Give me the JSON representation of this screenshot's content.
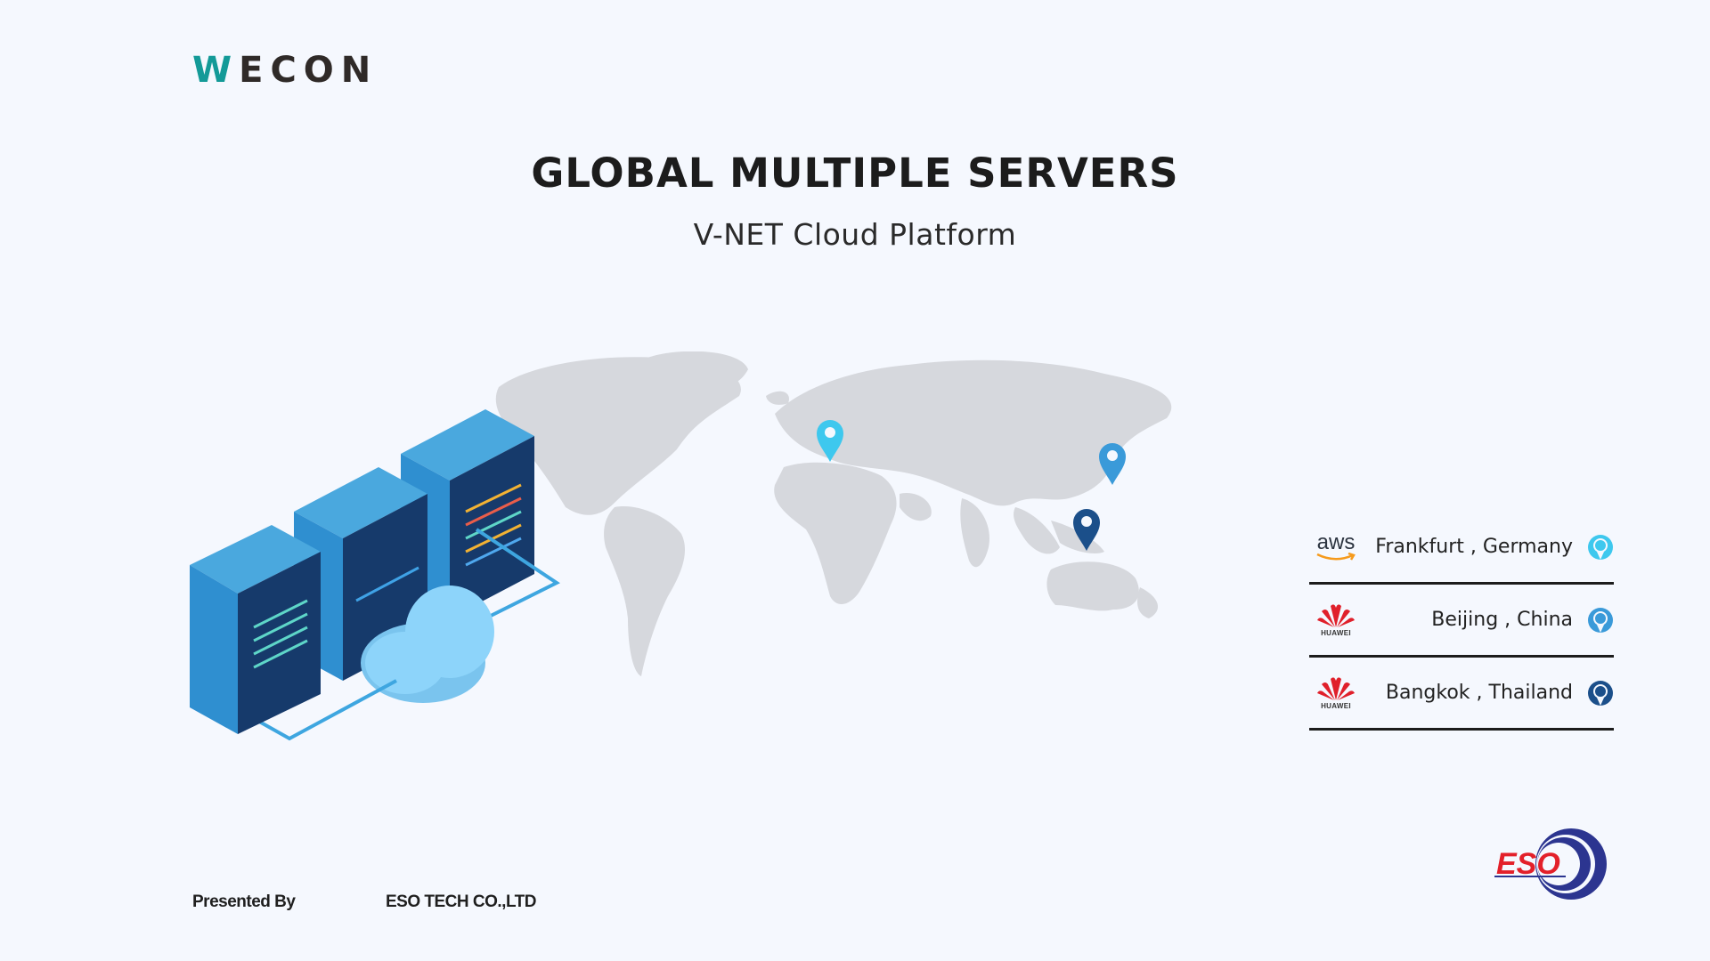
{
  "header": {
    "brand": "WECON"
  },
  "title": "GLOBAL MULTIPLE SERVERS",
  "subtitle": "V-NET Cloud Platform",
  "servers": [
    {
      "provider": "aws",
      "provider_label": "aws",
      "city": "Frankfurt , Germany",
      "pin_color": "#3ec8ee"
    },
    {
      "provider": "huawei",
      "provider_label": "HUAWEI",
      "city": "Beijing , China",
      "pin_color": "#3a9ad9"
    },
    {
      "provider": "huawei",
      "provider_label": "HUAWEI",
      "city": "Bangkok , Thailand",
      "pin_color": "#1b4f8a"
    }
  ],
  "footer": {
    "presented_label": "Presented By",
    "company": "ESO TECH CO.,LTD",
    "eso_logo_text": "ESO"
  }
}
